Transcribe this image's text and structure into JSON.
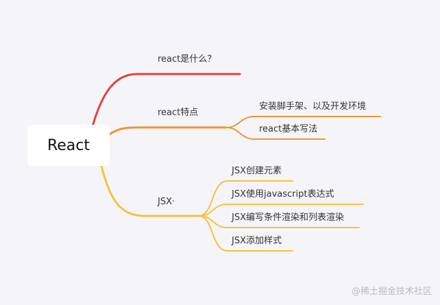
{
  "mindmap": {
    "root": {
      "label": "React"
    },
    "branches": [
      {
        "label": "react是什么？",
        "color": "#e8403a",
        "children": []
      },
      {
        "label": "react特点",
        "color": "#ef9536",
        "children": [
          {
            "label": "安装脚手架、以及开发环境"
          },
          {
            "label": "react基本写法"
          }
        ]
      },
      {
        "label": "JSX·",
        "color": "#f7c140",
        "children": [
          {
            "label": "JSX创建元素"
          },
          {
            "label": "JSX使用javascript表达式"
          },
          {
            "label": "JSX编写条件渲染和列表渲染"
          },
          {
            "label": "JSX添加样式"
          }
        ]
      }
    ]
  },
  "watermark": "@稀土掘金技术社区"
}
